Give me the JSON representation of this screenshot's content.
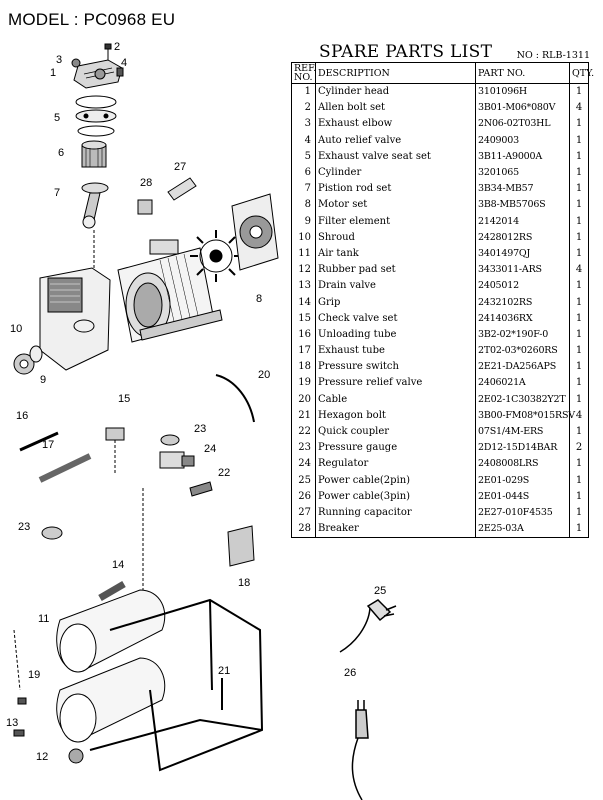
{
  "header": {
    "model": "MODEL : PC0968 EU"
  },
  "parts_list": {
    "title": "SPARE PARTS LIST",
    "number_label": "NO : RLB-1311",
    "columns": {
      "ref_no": "REF. NO.",
      "description": "DESCRIPTION",
      "part_no": "PART NO.",
      "qty": "QTY."
    },
    "rows": [
      {
        "no": "1",
        "desc": "Cylinder head",
        "part": "3101096H",
        "qty": "1"
      },
      {
        "no": "2",
        "desc": "Allen bolt set",
        "part": "3B01-M06*080V",
        "qty": "4"
      },
      {
        "no": "3",
        "desc": "Exhaust elbow",
        "part": "2N06-02T03HL",
        "qty": "1"
      },
      {
        "no": "4",
        "desc": "Auto relief valve",
        "part": "2409003",
        "qty": "1"
      },
      {
        "no": "5",
        "desc": "Exhaust valve seat set",
        "part": "3B11-A9000A",
        "qty": "1"
      },
      {
        "no": "6",
        "desc": "Cylinder",
        "part": "3201065",
        "qty": "1"
      },
      {
        "no": "7",
        "desc": "Pistion rod set",
        "part": "3B34-MB57",
        "qty": "1"
      },
      {
        "no": "8",
        "desc": "Motor set",
        "part": "3B8-MB5706S",
        "qty": "1"
      },
      {
        "no": "9",
        "desc": "Filter element",
        "part": "2142014",
        "qty": "1"
      },
      {
        "no": "10",
        "desc": "Shroud",
        "part": "2428012RS",
        "qty": "1"
      },
      {
        "no": "11",
        "desc": "Air tank",
        "part": "3401497QJ",
        "qty": "1"
      },
      {
        "no": "12",
        "desc": "Rubber pad set",
        "part": "3433011-ARS",
        "qty": "4"
      },
      {
        "no": "13",
        "desc": "Drain valve",
        "part": "2405012",
        "qty": "1"
      },
      {
        "no": "14",
        "desc": "Grip",
        "part": "2432102RS",
        "qty": "1"
      },
      {
        "no": "15",
        "desc": "Check valve set",
        "part": "2414036RX",
        "qty": "1"
      },
      {
        "no": "16",
        "desc": "Unloading tube",
        "part": "3B2-02*190F-0",
        "qty": "1"
      },
      {
        "no": "17",
        "desc": "Exhaust tube",
        "part": "2T02-03*0260RS",
        "qty": "1"
      },
      {
        "no": "18",
        "desc": "Pressure switch",
        "part": "2E21-DA256APS",
        "qty": "1"
      },
      {
        "no": "19",
        "desc": "Pressure relief valve",
        "part": "2406021A",
        "qty": "1"
      },
      {
        "no": "20",
        "desc": "Cable",
        "part": "2E02-1C30382Y2T",
        "qty": "1"
      },
      {
        "no": "21",
        "desc": "Hexagon bolt",
        "part": "3B00-FM08*015RSV",
        "qty": "4"
      },
      {
        "no": "22",
        "desc": "Quick coupler",
        "part": "07S1/4M-ERS",
        "qty": "1"
      },
      {
        "no": "23",
        "desc": "Pressure gauge",
        "part": "2D12-15D14BAR",
        "qty": "2"
      },
      {
        "no": "24",
        "desc": "Regulator",
        "part": "2408008LRS",
        "qty": "1"
      },
      {
        "no": "25",
        "desc": "Power cable(2pin)",
        "part": "2E01-029S",
        "qty": "1"
      },
      {
        "no": "26",
        "desc": "Power cable(3pin)",
        "part": "2E01-044S",
        "qty": "1"
      },
      {
        "no": "27",
        "desc": "Running capacitor",
        "part": "2E27-010F4535",
        "qty": "1"
      },
      {
        "no": "28",
        "desc": "Breaker",
        "part": "2E25-03A",
        "qty": "1"
      }
    ]
  },
  "diagram": {
    "callouts": [
      "1",
      "2",
      "3",
      "4",
      "5",
      "6",
      "7",
      "8",
      "9",
      "10",
      "11",
      "12",
      "13",
      "14",
      "15",
      "16",
      "17",
      "18",
      "19",
      "20",
      "21",
      "22",
      "23",
      "24",
      "25",
      "26",
      "27",
      "28"
    ],
    "callout_23_second": "23"
  }
}
